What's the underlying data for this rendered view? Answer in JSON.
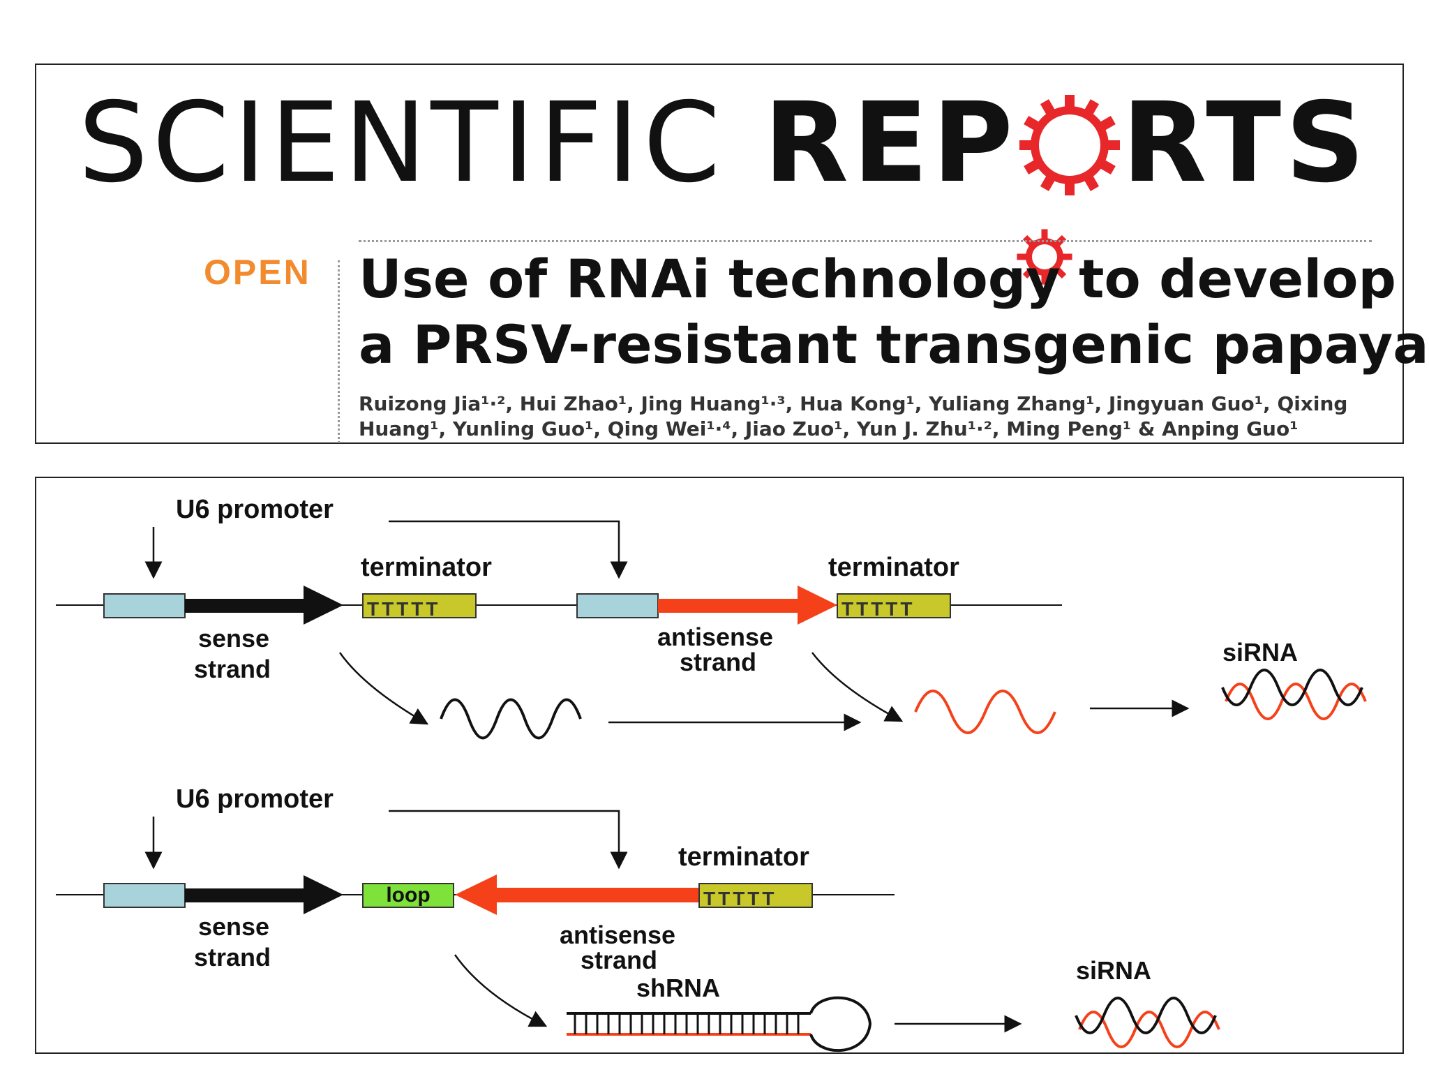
{
  "header": {
    "journal_word_1": "SCIENTIFIC",
    "journal_word_2_prefix": "REP",
    "journal_word_2_suffix": "RTS",
    "open_label": "OPEN",
    "article_title_line1": "Use of RNAi technology to develop",
    "article_title_line2": "a PRSV-resistant transgenic papaya",
    "authors": "Ruizong Jia¹·², Hui Zhao¹, Jing Huang¹·³, Hua Kong¹, Yuliang Zhang¹, Jingyuan Guo¹, Qixing Huang¹, Yunling Guo¹, Qing Wei¹·⁴, Jiao Zuo¹, Yun J. Zhu¹·², Ming Peng¹ & Anping Guo¹",
    "colors": {
      "open": "#f28a2e",
      "gear": "#e8272a"
    }
  },
  "figure": {
    "top": {
      "promoter_label": "U6 promoter",
      "terminator_label_1": "terminator",
      "terminator_label_2": "terminator",
      "sense_label_1": "sense",
      "sense_label_2": "strand",
      "antisense_label_1": "antisense",
      "antisense_label_2": "strand",
      "sirna_label": "siRNA"
    },
    "bottom": {
      "promoter_label": "U6 promoter",
      "terminator_label": "terminator",
      "loop_label": "loop",
      "sense_label_1": "sense",
      "sense_label_2": "strand",
      "antisense_label_1": "antisense",
      "antisense_label_2": "strand",
      "shrna_label": "shRNA",
      "sirna_label": "siRNA"
    },
    "colors": {
      "promoter": "#a9d3da",
      "terminator": "#c8c82a",
      "loop": "#7fe23a",
      "antisense": "#f5411a",
      "sense": "#111111"
    }
  }
}
